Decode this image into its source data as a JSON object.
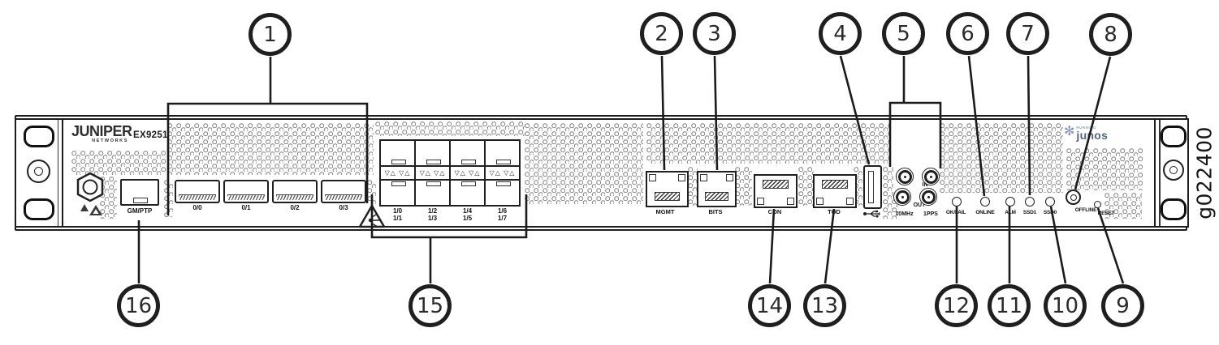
{
  "brand": {
    "name": "JUNIPER",
    "sub": "NETWORKS",
    "model": "EX9251"
  },
  "junos_badge": {
    "running": "RUNNING",
    "os": "junos"
  },
  "figure_id": "g022400",
  "callouts": [
    "1",
    "2",
    "3",
    "4",
    "5",
    "6",
    "7",
    "8",
    "9",
    "10",
    "11",
    "12",
    "13",
    "14",
    "15",
    "16"
  ],
  "ports": {
    "gm_ptp": "GM/PTP",
    "qsfp": [
      "0/0",
      "0/1",
      "0/2",
      "0/3"
    ],
    "sfp_pairs": [
      [
        "1/0",
        "1/1"
      ],
      [
        "1/2",
        "1/3"
      ],
      [
        "1/4",
        "1/5"
      ],
      [
        "1/6",
        "1/7"
      ]
    ],
    "triangle_markers": "▽△ ▽△",
    "mgmt": "MGMT",
    "bits": "BITS",
    "con": "CON",
    "tod": "TOD"
  },
  "clock_io": {
    "in": "IN",
    "out": "OUT",
    "mhz10": "10MHz",
    "pps1": "1PPS"
  },
  "leds": [
    "OK/FAIL",
    "ONLINE",
    "ALM",
    "SSD1",
    "SSD0"
  ],
  "buttons": {
    "offline": "OFFLINE",
    "reset": "RESET"
  }
}
